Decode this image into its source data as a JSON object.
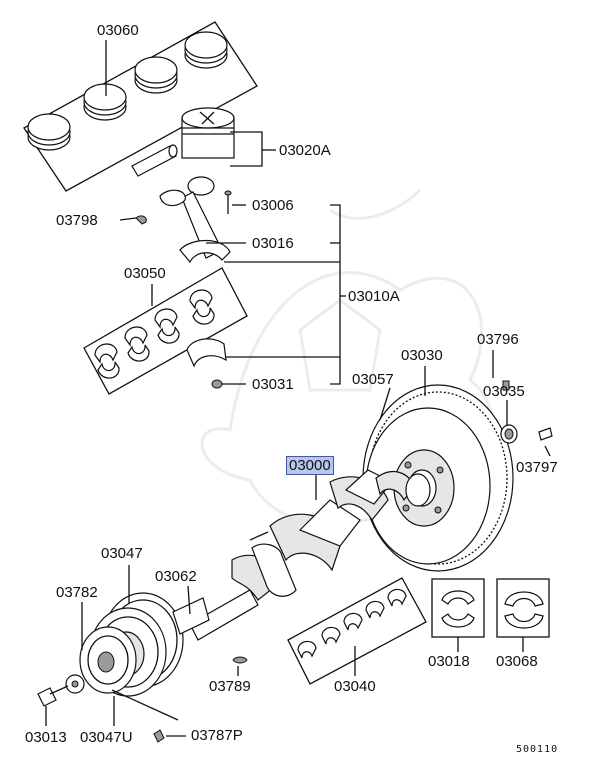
{
  "parts": {
    "p03060": "03060",
    "p03020A": "03020A",
    "p03798": "03798",
    "p03006": "03006",
    "p03016": "03016",
    "p03050": "03050",
    "p03010A": "03010A",
    "p03031": "03031",
    "p03796": "03796",
    "p03030": "03030",
    "p03057": "03057",
    "p03035": "03035",
    "p03797": "03797",
    "p03000": "03000",
    "p03047": "03047",
    "p03062": "03062",
    "p03782": "03782",
    "p03789": "03789",
    "p03040": "03040",
    "p03018": "03018",
    "p03068": "03068",
    "p03013": "03013",
    "p03047U": "03047U",
    "p03787P": "03787P"
  },
  "diagram_code": "500110",
  "highlight_color": "#b8c6ee"
}
